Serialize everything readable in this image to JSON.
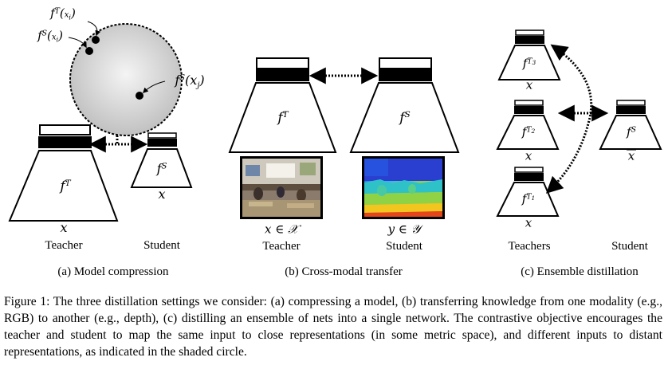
{
  "labels": {
    "teacher": "Teacher",
    "student": "Student",
    "teachers": "Teachers",
    "x": "x",
    "x_in_X": "x ∈ 𝒳",
    "y_in_Y": "y ∈ 𝒴"
  },
  "subcaptions": {
    "a": "(a) Model compression",
    "b": "(b) Cross-modal transfer",
    "c": "(c) Ensemble distillation"
  },
  "caption": "Figure 1: The three distillation settings we consider: (a) compressing a model, (b) transferring knowledge from one modality (e.g., RGB) to another (e.g., depth), (c) distilling an ensemble of nets into a single network. The contrastive objective encourages the teacher and student to map the same input to close representations (in some metric space), and different inputs to distant representations, as indicated in the shaded circle.",
  "colors": {
    "circle_fill": "#d9d9d9",
    "ink": "#000000"
  }
}
